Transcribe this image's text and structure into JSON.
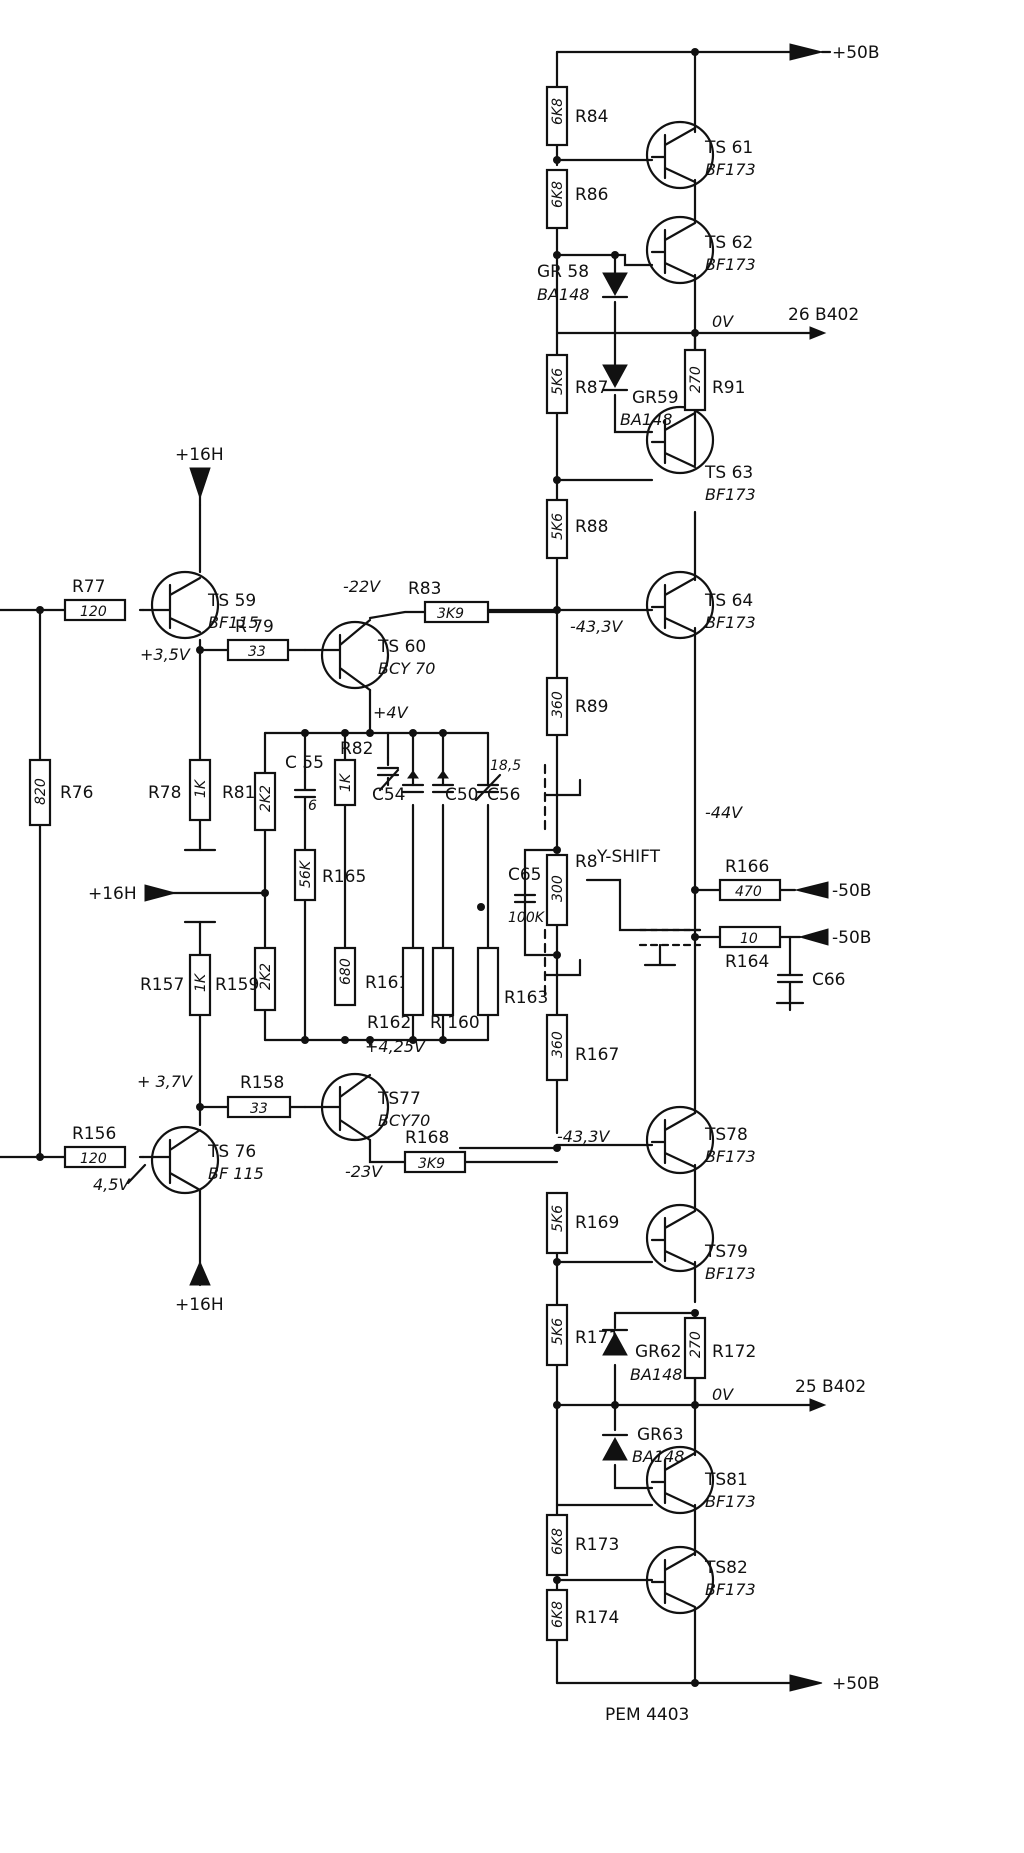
{
  "supplies": {
    "plus_50_top": "+50B",
    "minus_50_a": "-50B",
    "minus_50_b": "-50B",
    "plus_50_bottom": "+50B",
    "plus_16_top": "+16H",
    "plus_16_mid": "+16H",
    "plus_16_bottom": "+16H"
  },
  "outputs": {
    "out_top": "26 B402",
    "out_bottom": "25 B402",
    "zero_top": "0V",
    "zero_bottom": "0V"
  },
  "transistors": [
    {
      "ref": "TS 61",
      "type": "BF173"
    },
    {
      "ref": "TS 62",
      "type": "BF173"
    },
    {
      "ref": "TS 63",
      "type": "BF173"
    },
    {
      "ref": "TS 64",
      "type": "BF173"
    },
    {
      "ref": "TS 59",
      "type": "BF115"
    },
    {
      "ref": "TS 60",
      "type": "BCY 70"
    },
    {
      "ref": "TS77",
      "type": "BCY70"
    },
    {
      "ref": "TS 76",
      "type": "BF 115"
    },
    {
      "ref": "TS78",
      "type": "BF173"
    },
    {
      "ref": "TS79",
      "type": "BF173"
    },
    {
      "ref": "TS81",
      "type": "BF173"
    },
    {
      "ref": "TS82",
      "type": "BF173"
    }
  ],
  "resistors": {
    "R84": {
      "ref": "R84",
      "val": "6K8"
    },
    "R86": {
      "ref": "R86",
      "val": "6K8"
    },
    "R87": {
      "ref": "R87",
      "val": "5K6"
    },
    "R91": {
      "ref": "R91",
      "val": "270"
    },
    "R88": {
      "ref": "R88",
      "val": "5K6"
    },
    "R83": {
      "ref": "R83",
      "val": "3K9"
    },
    "R77": {
      "ref": "R77",
      "val": "120"
    },
    "R79": {
      "ref": "R 79",
      "val": "33"
    },
    "R89": {
      "ref": "R89",
      "val": "360"
    },
    "R76": {
      "ref": "R76",
      "val": "820"
    },
    "R78": {
      "ref": "R78",
      "val": "1K"
    },
    "R81": {
      "ref": "R81",
      "val": "2K2"
    },
    "R82": {
      "ref": "R82",
      "val": "1K"
    },
    "R165": {
      "ref": "R165",
      "val": "56K"
    },
    "R8": {
      "ref": "R8",
      "val": "300"
    },
    "R166": {
      "ref": "R166",
      "val": "470"
    },
    "R164": {
      "ref": "R164",
      "val": "10"
    },
    "R157": {
      "ref": "R157",
      "val": "1K"
    },
    "R159": {
      "ref": "R159",
      "val": "2K2"
    },
    "R161": {
      "ref": "R161",
      "val": "680"
    },
    "R162": {
      "ref": "R162",
      "val": ""
    },
    "R160": {
      "ref": "R 160",
      "val": ""
    },
    "R163": {
      "ref": "R163",
      "val": ""
    },
    "R167": {
      "ref": "R167",
      "val": "360"
    },
    "R158": {
      "ref": "R158",
      "val": "33"
    },
    "R156": {
      "ref": "R156",
      "val": "120"
    },
    "R168": {
      "ref": "R168",
      "val": "3K9"
    },
    "R169": {
      "ref": "R169",
      "val": "5K6"
    },
    "R171": {
      "ref": "R171",
      "val": "5K6"
    },
    "R172": {
      "ref": "R172",
      "val": "270"
    },
    "R173": {
      "ref": "R173",
      "val": "6K8"
    },
    "R174": {
      "ref": "R174",
      "val": "6K8"
    }
  },
  "diodes": [
    {
      "ref": "GR 58",
      "type": "BA148"
    },
    {
      "ref": "GR59",
      "type": "BA148"
    },
    {
      "ref": "GR62",
      "type": "BA148"
    },
    {
      "ref": "GR63",
      "type": "BA148"
    }
  ],
  "capacitors": {
    "C55": "C 55",
    "C55_val": "6",
    "C54": "C54",
    "C50": "C50",
    "C56": "C56",
    "C56_val": "18,5",
    "C65": "C65",
    "C65_val": "100K",
    "C66": "C66"
  },
  "voltages": {
    "v_m22": "-22V",
    "v_m433_top": "-43,3V",
    "v_p35": "+3,5V",
    "v_p4": "+4V",
    "v_m44": "-44V",
    "v_p37": "+ 3,7V",
    "v_p425": "+4,25V",
    "v_45": "4,5V",
    "v_m23": "-23V",
    "v_m433_bot": "-43,3V"
  },
  "yshift": "Y-SHIFT",
  "board": "PEM 4403"
}
